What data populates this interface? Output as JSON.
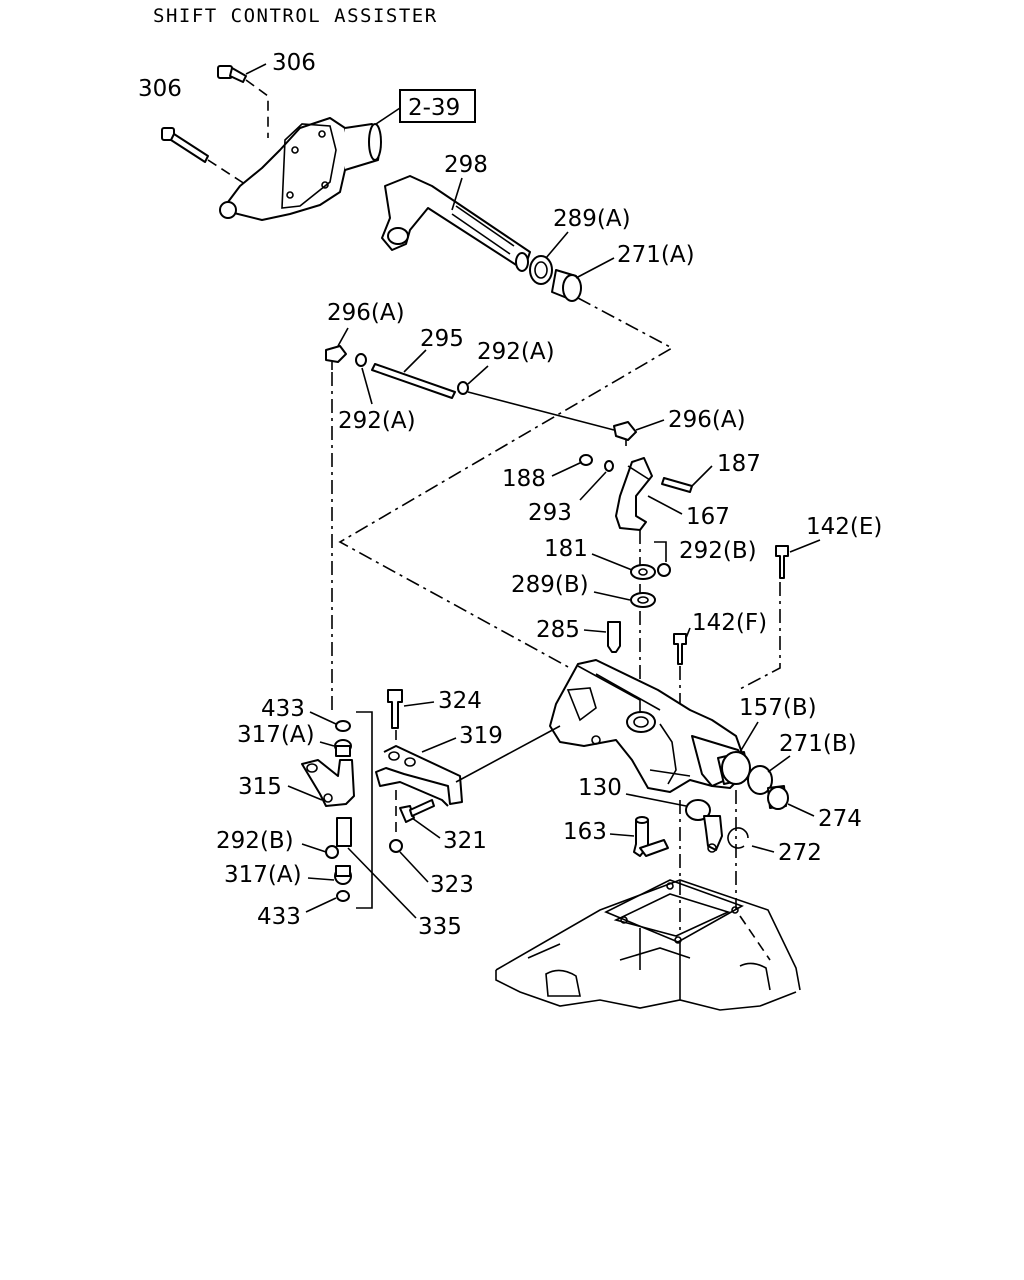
{
  "title": "SHIFT CONTROL ASSISTER",
  "ref_box": "2-39",
  "labels": {
    "p306a": "306",
    "p306b": "306",
    "p298": "298",
    "p289a": "289(A)",
    "p271a": "271(A)",
    "p296a_top": "296(A)",
    "p295": "295",
    "p292a_right": "292(A)",
    "p292a_left": "292(A)",
    "p296a_right": "296(A)",
    "p188": "188",
    "p187": "187",
    "p293": "293",
    "p167": "167",
    "p142e": "142(E)",
    "p181": "181",
    "p292b_top": "292(B)",
    "p289b": "289(B)",
    "p285": "285",
    "p142f": "142(F)",
    "p433_top": "433",
    "p324": "324",
    "p317a_top": "317(A)",
    "p319": "319",
    "p157b": "157(B)",
    "p271b": "271(B)",
    "p315": "315",
    "p130": "130",
    "p274": "274",
    "p163": "163",
    "p321": "321",
    "p292b_left": "292(B)",
    "p272": "272",
    "p317a_bottom": "317(A)",
    "p323": "323",
    "p433_bottom": "433",
    "p335": "335"
  }
}
